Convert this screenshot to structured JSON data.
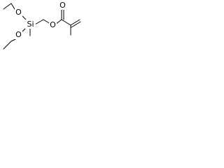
{
  "molecule": {
    "atoms": {
      "o_upper": "O",
      "si": "Si",
      "o_lower": "O",
      "o_ester": "O",
      "o_carbonyl": "O"
    }
  }
}
